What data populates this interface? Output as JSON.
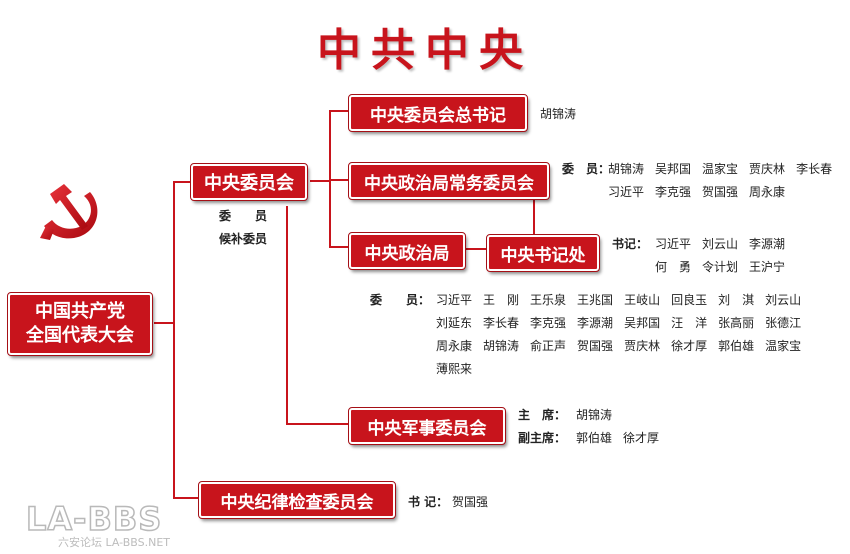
{
  "title": "中共中央",
  "emblem": {
    "icon": "hammer-sickle-icon",
    "color": "#c8141c"
  },
  "colors": {
    "accent": "#c8141c"
  },
  "nodes": {
    "congress_line1": "中国共产党",
    "congress_line2": "全国代表大会",
    "central_committee": "中央委员会",
    "general_secretary": "中央委员会总书记",
    "standing_committee": "中央政治局常务委员会",
    "politburo": "中央政治局",
    "secretariat": "中央书记处",
    "military_commission": "中央军事委员会",
    "discipline_commission": "中央纪律检查委员会"
  },
  "cc_sub": {
    "members": "委　　员",
    "alternates": "候补委员"
  },
  "general_secretary_name": "胡锦涛",
  "standing_committee": {
    "label": "委　员：",
    "row1": [
      "胡锦涛",
      "吴邦国",
      "温家宝",
      "贾庆林",
      "李长春"
    ],
    "row2": [
      "习近平",
      "李克强",
      "贺国强",
      "周永康"
    ]
  },
  "secretariat": {
    "label": "书记：",
    "row1": [
      "习近平",
      "刘云山",
      "李源潮"
    ],
    "row2": [
      "何　勇",
      "令计划",
      "王沪宁"
    ]
  },
  "politburo_members": {
    "label": "委　　员：",
    "rows": [
      [
        "习近平",
        "王　刚",
        "王乐泉",
        "王兆国",
        "王岐山",
        "回良玉",
        "刘　淇",
        "刘云山"
      ],
      [
        "刘延东",
        "李长春",
        "李克强",
        "李源潮",
        "吴邦国",
        "汪　洋",
        "张高丽",
        "张德江"
      ],
      [
        "周永康",
        "胡锦涛",
        "俞正声",
        "贺国强",
        "贾庆林",
        "徐才厚",
        "郭伯雄",
        "温家宝"
      ],
      [
        "薄熙来"
      ]
    ]
  },
  "military": {
    "chair_label": "主　席：",
    "chair": "胡锦涛",
    "vice_label": "副主席：",
    "vice_1": "郭伯雄",
    "vice_2": "徐才厚"
  },
  "discipline": {
    "label": "书 记：",
    "name": "贺国强"
  },
  "watermark": {
    "main": "LA-BBS",
    "sub": "六安论坛 LA-BBS.NET"
  }
}
